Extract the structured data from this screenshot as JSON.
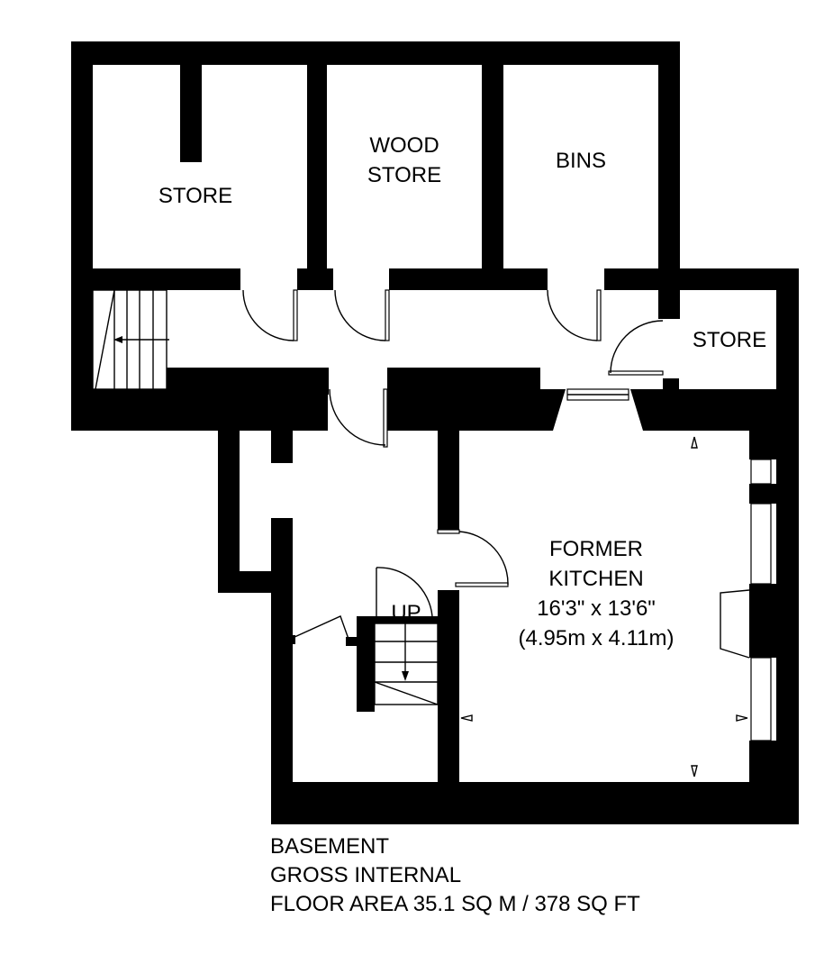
{
  "rooms": {
    "store_left": "STORE",
    "wood_store": [
      "WOOD",
      "STORE"
    ],
    "bins": "BINS",
    "store_right": "STORE",
    "former_kitchen": {
      "name": [
        "FORMER",
        "KITCHEN"
      ],
      "dimensions_imperial": "16'3\" x 13'6\"",
      "dimensions_metric": "(4.95m x 4.11m)"
    },
    "stairs_label": "UP"
  },
  "caption": {
    "line1": "BASEMENT",
    "line2": "GROSS INTERNAL",
    "line3": "FLOOR AREA 35.1 SQ M / 378 SQ FT"
  }
}
